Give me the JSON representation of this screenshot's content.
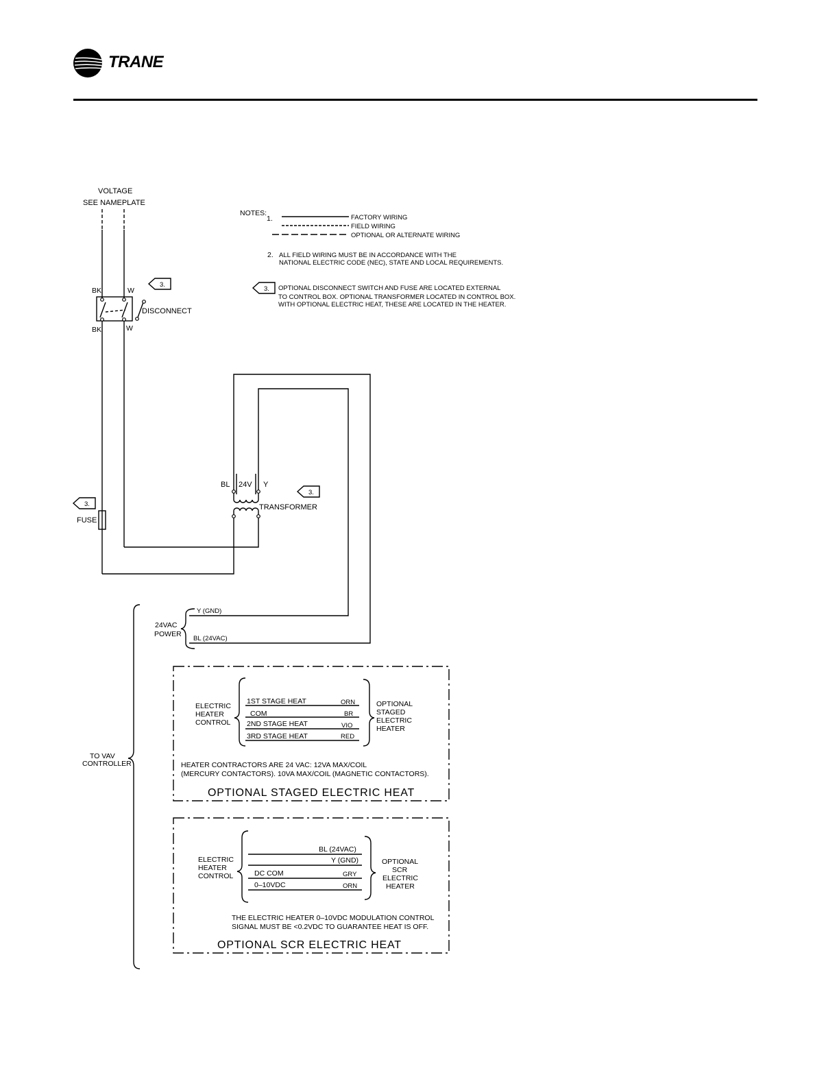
{
  "brand": {
    "name": "TRANE"
  },
  "supply": {
    "line1": "VOLTAGE",
    "line2": "SEE  NAMEPLATE"
  },
  "notes": {
    "heading": "NOTES:",
    "n1": "1.",
    "legend": [
      "FACTORY  WIRING",
      "FIELD  WIRING",
      "OPTIONAL  OR  ALTERNATE  WIRING"
    ],
    "n2_num": "2.",
    "n2": [
      "ALL  FIELD  WIRING  MUST  BE  IN  ACCORDANCE  WITH  THE",
      "NATIONAL  ELECTRIC  CODE  (NEC),  STATE  AND  LOCAL  REQUIREMENTS."
    ],
    "n3_num": "3.",
    "n3": [
      "OPTIONAL  DISCONNECT  SWITCH  AND  FUSE  ARE  LOCATED  EXTERNAL",
      "TO  CONTROL  BOX.  OPTIONAL  TRANSFORMER  LOCATED  IN  CONTROL  BOX.",
      "WITH  OPTIONAL  ELECTRIC  HEAT,  THESE  ARE  LOCATED  IN  THE  HEATER."
    ]
  },
  "tags": {
    "note_ref": "3."
  },
  "disconnect": {
    "label": "DISCONNECT",
    "bk": "BK",
    "w": "W"
  },
  "fuse": {
    "label": "FUSE"
  },
  "transformer": {
    "label": "TRANSFORMER",
    "bl": "BL",
    "v": "24V",
    "y": "Y"
  },
  "power": {
    "line1": "24VAC",
    "line2": "POWER",
    "y": "Y  (GND)",
    "bl": "BL  (24VAC)"
  },
  "vav": {
    "line1": "TO  VAV",
    "line2": "CONTROLLER"
  },
  "staged": {
    "left": [
      "ELECTRIC",
      "HEATER",
      "CONTROL"
    ],
    "rows": [
      {
        "label": "1ST  STAGE  HEAT",
        "code": "ORN"
      },
      {
        "label": "COM",
        "code": "BR"
      },
      {
        "label": "2ND  STAGE  HEAT",
        "code": "VIO"
      },
      {
        "label": "3RD  STAGE  HEAT",
        "code": "RED"
      }
    ],
    "right": [
      "OPTIONAL",
      "STAGED",
      "ELECTRIC",
      "HEATER"
    ],
    "note": [
      "HEATER  CONTRACTORS  ARE  24  VAC:    12VA  MAX/COIL",
      "(MERCURY  CONTACTORS).  10VA  MAX/COIL  (MAGNETIC  CONTACTORS)."
    ],
    "title": "OPTIONAL  STAGED  ELECTRIC  HEAT"
  },
  "scr": {
    "left": [
      "ELECTRIC",
      "HEATER",
      "CONTROL"
    ],
    "rows": [
      {
        "label": "",
        "code": "BL  (24VAC)"
      },
      {
        "label": "",
        "code": "Y  (GND)"
      },
      {
        "label": "DC  COM",
        "code": "GRY"
      },
      {
        "label": "0–10VDC",
        "code": "ORN"
      }
    ],
    "right": [
      "OPTIONAL",
      "SCR",
      "ELECTRIC",
      "HEATER"
    ],
    "note": [
      "THE  ELECTRIC  HEATER  0–10VDC  MODULATION  CONTROL",
      "SIGNAL  MUST  BE  <0.2VDC  TO  GUARANTEE  HEAT  IS  OFF."
    ],
    "title": "OPTIONAL  SCR  ELECTRIC  HEAT"
  }
}
